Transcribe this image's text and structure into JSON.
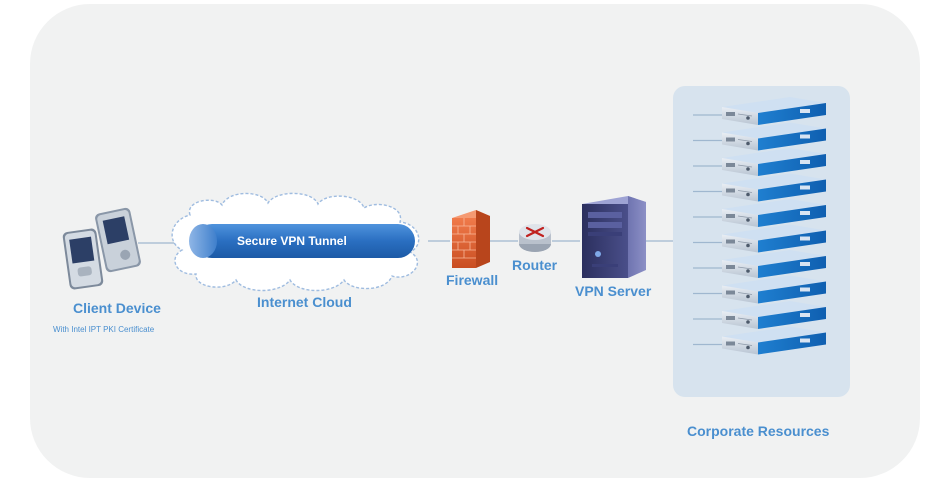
{
  "diagram": {
    "client_device": {
      "label": "Client Device",
      "sublabel": "With Intel IPT PKI Certificate"
    },
    "tunnel": {
      "label": "Secure VPN Tunnel"
    },
    "cloud": {
      "label": "Internet Cloud"
    },
    "firewall": {
      "label": "Firewall"
    },
    "router": {
      "label": "Router"
    },
    "vpn_server": {
      "label": "VPN Server"
    },
    "corporate": {
      "label": "Corporate Resources"
    },
    "server_count": 10
  },
  "colors": {
    "label": "#4a8fcf",
    "tunnel": "#2a6fc1",
    "background": "#f1f2f2",
    "panel": "#d7e3ee"
  }
}
